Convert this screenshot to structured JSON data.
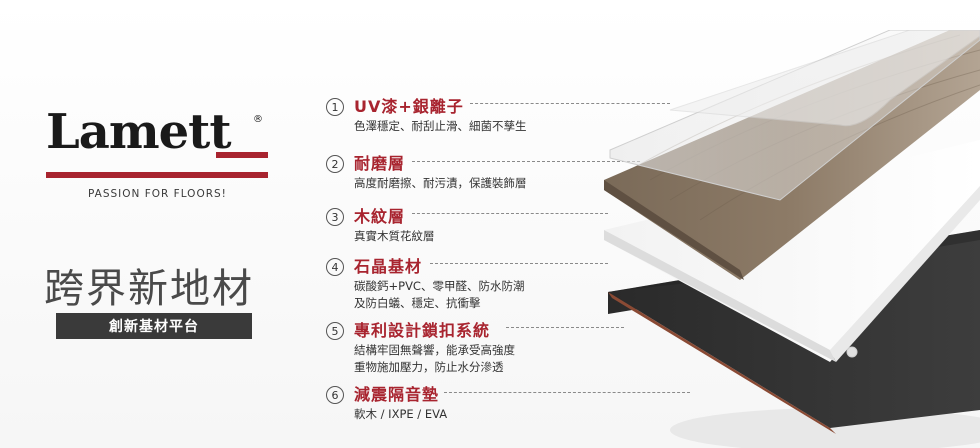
{
  "brand": {
    "name": "Lamett",
    "registered": "®",
    "tagline": "PASSION FOR FLOORS!"
  },
  "headline": "跨界新地材",
  "subheadline": "創新基材平台",
  "layers": [
    {
      "num": "1",
      "title": "UV漆+銀離子",
      "lines": [
        "色澤穩定、耐刮止滑、細菌不孳生"
      ]
    },
    {
      "num": "2",
      "title": "耐磨層",
      "lines": [
        "高度耐磨擦、耐污漬，保護裝飾層"
      ]
    },
    {
      "num": "3",
      "title": "木紋層",
      "lines": [
        "真實木質花紋層"
      ]
    },
    {
      "num": "4",
      "title": "石晶基材",
      "lines": [
        "碳酸鈣+PVC、零甲醛、防水防潮",
        "及防白蟻、穩定、抗衝擊"
      ]
    },
    {
      "num": "5",
      "title": "專利設計鎖扣系統",
      "lines": [
        "結構牢固無聲響，能承受高強度",
        "重物施加壓力，防止水分滲透"
      ]
    },
    {
      "num": "6",
      "title": "減震隔音墊",
      "lines": [
        "軟木 / IXPE / EVA"
      ]
    }
  ],
  "colors": {
    "accent": "#a8242f",
    "dark_gray": "#3a3a3a",
    "text": "#333333"
  }
}
